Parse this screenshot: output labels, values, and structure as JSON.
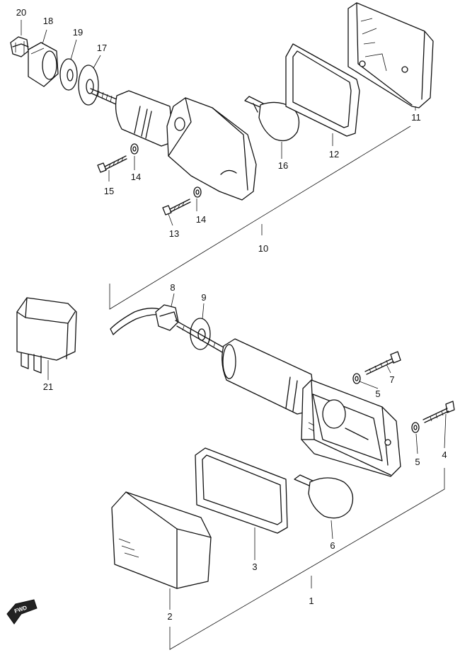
{
  "diagram": {
    "callouts": {
      "c1": "1",
      "c2": "2",
      "c3": "3",
      "c4": "4",
      "c5a": "5",
      "c5b": "5",
      "c6": "6",
      "c7": "7",
      "c8": "8",
      "c9": "9",
      "c10": "10",
      "c11": "11",
      "c12": "12",
      "c13": "13",
      "c14a": "14",
      "c14b": "14",
      "c15": "15",
      "c16": "16",
      "c17": "17",
      "c18": "18",
      "c19": "19",
      "c20": "20",
      "c21": "21"
    },
    "fwd_label": "FWD",
    "line_color": "#111111",
    "background": "#ffffff"
  }
}
